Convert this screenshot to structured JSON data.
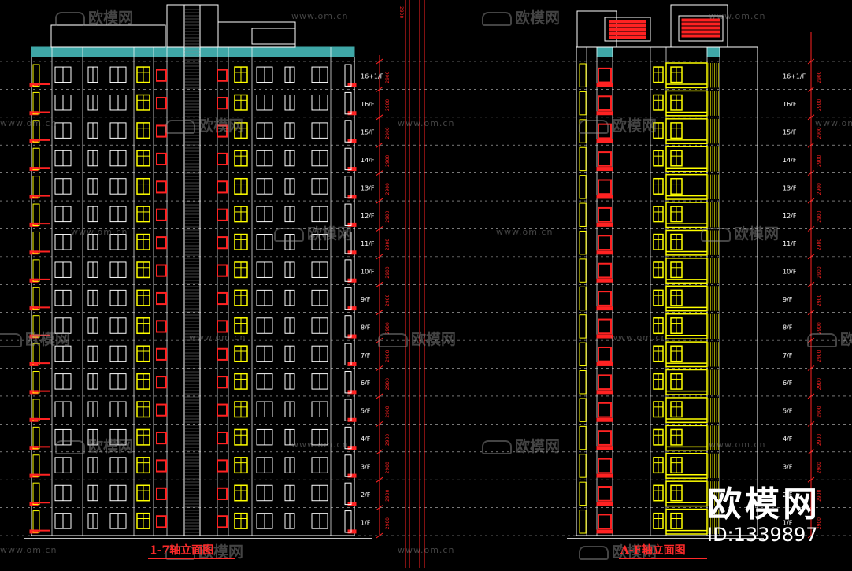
{
  "drawing": {
    "left_elevation_title": "1-7轴立面图",
    "right_elevation_title": "A-F轴立面图",
    "floor_labels": [
      "1/F",
      "2/F",
      "3/F",
      "4/F",
      "5/F",
      "6/F",
      "7/F",
      "8/F",
      "9/F",
      "10/F",
      "11/F",
      "12/F",
      "13/F",
      "14/F",
      "15/F",
      "16/F",
      "16+1/F"
    ],
    "dimension_value": "2900",
    "colors": {
      "background": "#000000",
      "outline": "#ffffff",
      "window": "#ffff00",
      "balcony": "#ff2222",
      "dimension": "#ff2222",
      "floor_text": "#ffffff",
      "roof_band": "#3fa7a7",
      "dashed_line": "#c0c0c0"
    }
  },
  "watermark": {
    "brand": "欧模网",
    "url": "www.om.cn"
  },
  "badge": {
    "name": "欧模网",
    "id": "ID:1339897"
  }
}
